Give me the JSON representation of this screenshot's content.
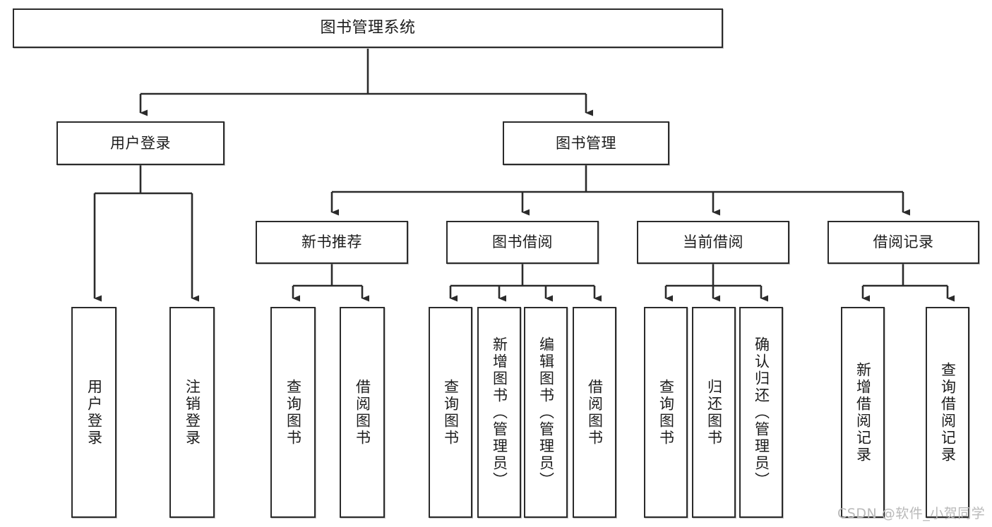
{
  "diagram": {
    "title": "图书管理系统",
    "watermark": "CSDN @软件_小贺同学",
    "colors": {
      "stroke": "#2b2b2b",
      "node_fill": "#ffffff",
      "text": "#1c1c1c",
      "watermark": "#b9b9b9",
      "background": "#ffffff"
    },
    "nodes": {
      "root": {
        "label": "图书管理系统"
      },
      "level2": [
        {
          "id": "user-login",
          "label": "用户登录"
        },
        {
          "id": "book-manage",
          "label": "图书管理"
        }
      ],
      "level3": [
        {
          "id": "new-book-recommend",
          "label": "新书推荐"
        },
        {
          "id": "book-borrow",
          "label": "图书借阅"
        },
        {
          "id": "current-borrow",
          "label": "当前借阅"
        },
        {
          "id": "borrow-record",
          "label": "借阅记录"
        }
      ],
      "leaves": {
        "user_login": [
          {
            "id": "leaf-user-login",
            "label": "用户登录"
          },
          {
            "id": "leaf-logout-login",
            "label": "注销登录"
          }
        ],
        "new_book_recommend": [
          {
            "id": "leaf-query-book-1",
            "label": "查询图书"
          },
          {
            "id": "leaf-borrow-book-1",
            "label": "借阅图书"
          }
        ],
        "book_borrow": [
          {
            "id": "leaf-query-book-2",
            "label": "查询图书"
          },
          {
            "id": "leaf-add-book",
            "label": "新增图书（管理员）"
          },
          {
            "id": "leaf-edit-book",
            "label": "编辑图书（管理员）"
          },
          {
            "id": "leaf-borrow-book-2",
            "label": "借阅图书"
          }
        ],
        "current_borrow": [
          {
            "id": "leaf-query-book-3",
            "label": "查询图书"
          },
          {
            "id": "leaf-return-book",
            "label": "归还图书"
          },
          {
            "id": "leaf-confirm-return",
            "label": "确认归还（管理员）"
          }
        ],
        "borrow_record": [
          {
            "id": "leaf-add-record",
            "label": "新增借阅记录"
          },
          {
            "id": "leaf-query-record",
            "label": "查询借阅记录"
          }
        ]
      }
    }
  }
}
